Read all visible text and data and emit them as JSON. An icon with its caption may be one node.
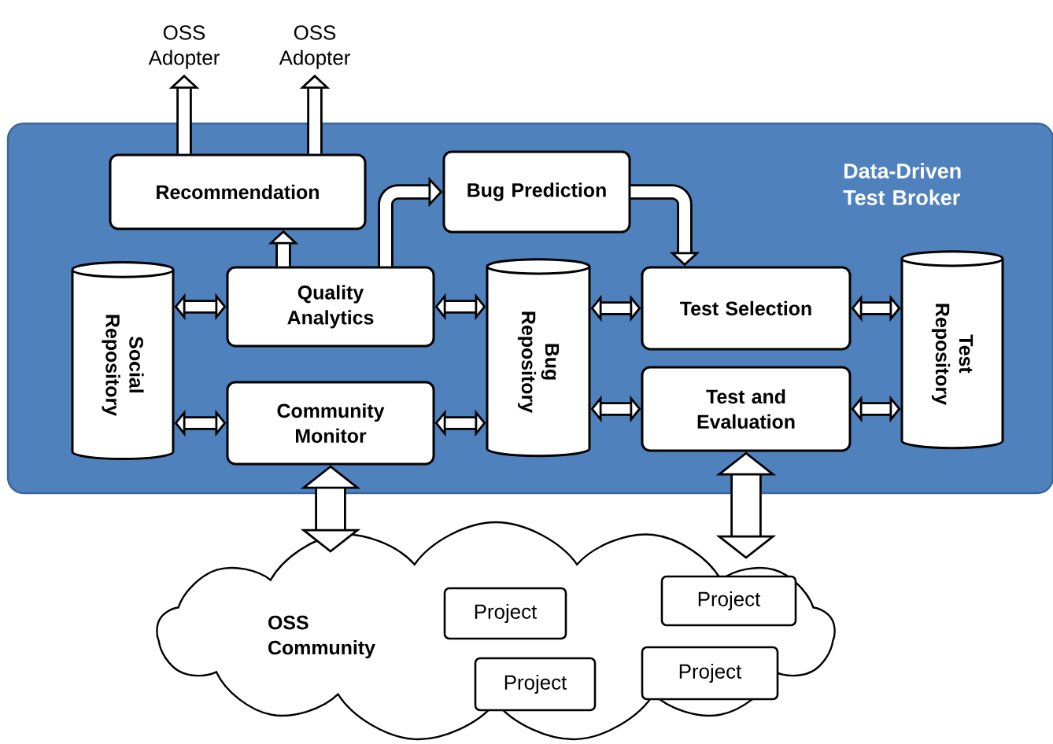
{
  "diagram": {
    "nodes": [
      {
        "text": [
          "OSS Adopter"
        ]
      },
      {
        "text": [
          "OSS Adopter"
        ]
      },
      {
        "text": [
          "Data-Driven Test Broker"
        ]
      },
      {
        "text": [
          "Recommendation"
        ],
        "in": 2
      },
      {
        "text": [
          "Bug Prediction"
        ],
        "in": 2
      },
      {
        "text": [
          "Social Repository"
        ],
        "in": 2
      },
      {
        "text": [
          "Quality Analytics"
        ],
        "in": 2
      },
      {
        "text": [
          "Community Monitor"
        ],
        "in": 2
      },
      {
        "text": [
          "Bug Repository"
        ],
        "in": 2
      },
      {
        "text": [
          "Test Selection"
        ],
        "in": 2
      },
      {
        "text": [
          "Test and Evaluation"
        ],
        "in": 2
      },
      {
        "text": [
          "Test Repository"
        ],
        "in": 2
      },
      {
        "text": [
          "OSS Community"
        ]
      },
      {
        "text": [
          "Project"
        ],
        "in": 12
      },
      {
        "text": [
          "Project"
        ],
        "in": 12
      },
      {
        "text": [
          "Project"
        ],
        "in": 12
      },
      {
        "text": [
          "Project"
        ],
        "in": 12
      }
    ],
    "edges": [
      {
        "from": 3,
        "to": 0,
        "arrow": "to"
      },
      {
        "from": 3,
        "to": 1,
        "arrow": "to"
      },
      {
        "from": 6,
        "to": 3,
        "arrow": "to"
      },
      {
        "from": 6,
        "to": 4,
        "arrow": "to"
      },
      {
        "from": 4,
        "to": 9,
        "arrow": "to"
      },
      {
        "from": 5,
        "to": 6,
        "arrow": "both"
      },
      {
        "from": 5,
        "to": 7,
        "arrow": "both"
      },
      {
        "from": 6,
        "to": 8,
        "arrow": "both"
      },
      {
        "from": 7,
        "to": 8,
        "arrow": "both"
      },
      {
        "from": 8,
        "to": 9,
        "arrow": "both"
      },
      {
        "from": 8,
        "to": 10,
        "arrow": "both"
      },
      {
        "from": 9,
        "to": 11,
        "arrow": "both"
      },
      {
        "from": 10,
        "to": 11,
        "arrow": "both"
      },
      {
        "from": 7,
        "to": 12,
        "arrow": "both",
        "style": "thick"
      },
      {
        "from": 10,
        "to": 12,
        "arrow": "both",
        "style": "thick"
      }
    ]
  }
}
